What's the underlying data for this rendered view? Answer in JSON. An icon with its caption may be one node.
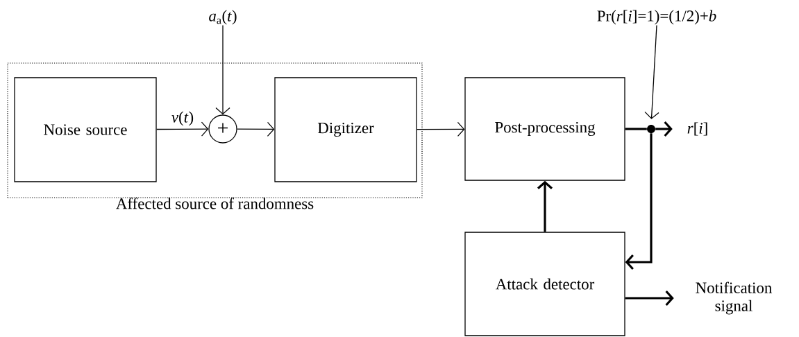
{
  "diagram": {
    "nodes": [
      {
        "text": [
          "Affected source of randomness"
        ]
      },
      {
        "text": [
          "Noise source"
        ],
        "in": 0
      },
      {
        "text": [
          "+"
        ],
        "in": 0
      },
      {
        "text": [
          "Digitizer"
        ],
        "in": 0
      },
      {
        "text": [
          "Post-processing"
        ]
      },
      {
        "text": [
          "Attack detector"
        ]
      },
      {
        "text": [
          "*a*$_{a}$(*t*)"
        ]
      },
      {
        "text": [
          "*r*[*i*]"
        ]
      },
      {
        "text": [
          "Notification signal"
        ]
      },
      {
        "text": [
          "Pr(*r*[*i*]=1)=(1/2)+*b*"
        ]
      },
      {
        "text": [],
        "shape": "circle"
      }
    ],
    "edges": [
      {
        "from": 6,
        "to": 2,
        "arrow": "to"
      },
      {
        "from": 1,
        "to": 2,
        "arrow": "to",
        "label": "*v*(*t*)"
      },
      {
        "from": 2,
        "to": 3,
        "arrow": "to"
      },
      {
        "from": 3,
        "to": 4,
        "arrow": "to"
      },
      {
        "from": 4,
        "to": 10,
        "arrow": "none",
        "style": "thick"
      },
      {
        "from": 10,
        "to": 7,
        "arrow": "to",
        "style": "thick"
      },
      {
        "from": 10,
        "to": 5,
        "arrow": "to",
        "style": "thick"
      },
      {
        "from": 5,
        "to": 4,
        "arrow": "to",
        "style": "thick"
      },
      {
        "from": 5,
        "to": 8,
        "arrow": "to",
        "style": "thick"
      },
      {
        "from": 9,
        "to": 10,
        "arrow": "to"
      }
    ]
  }
}
